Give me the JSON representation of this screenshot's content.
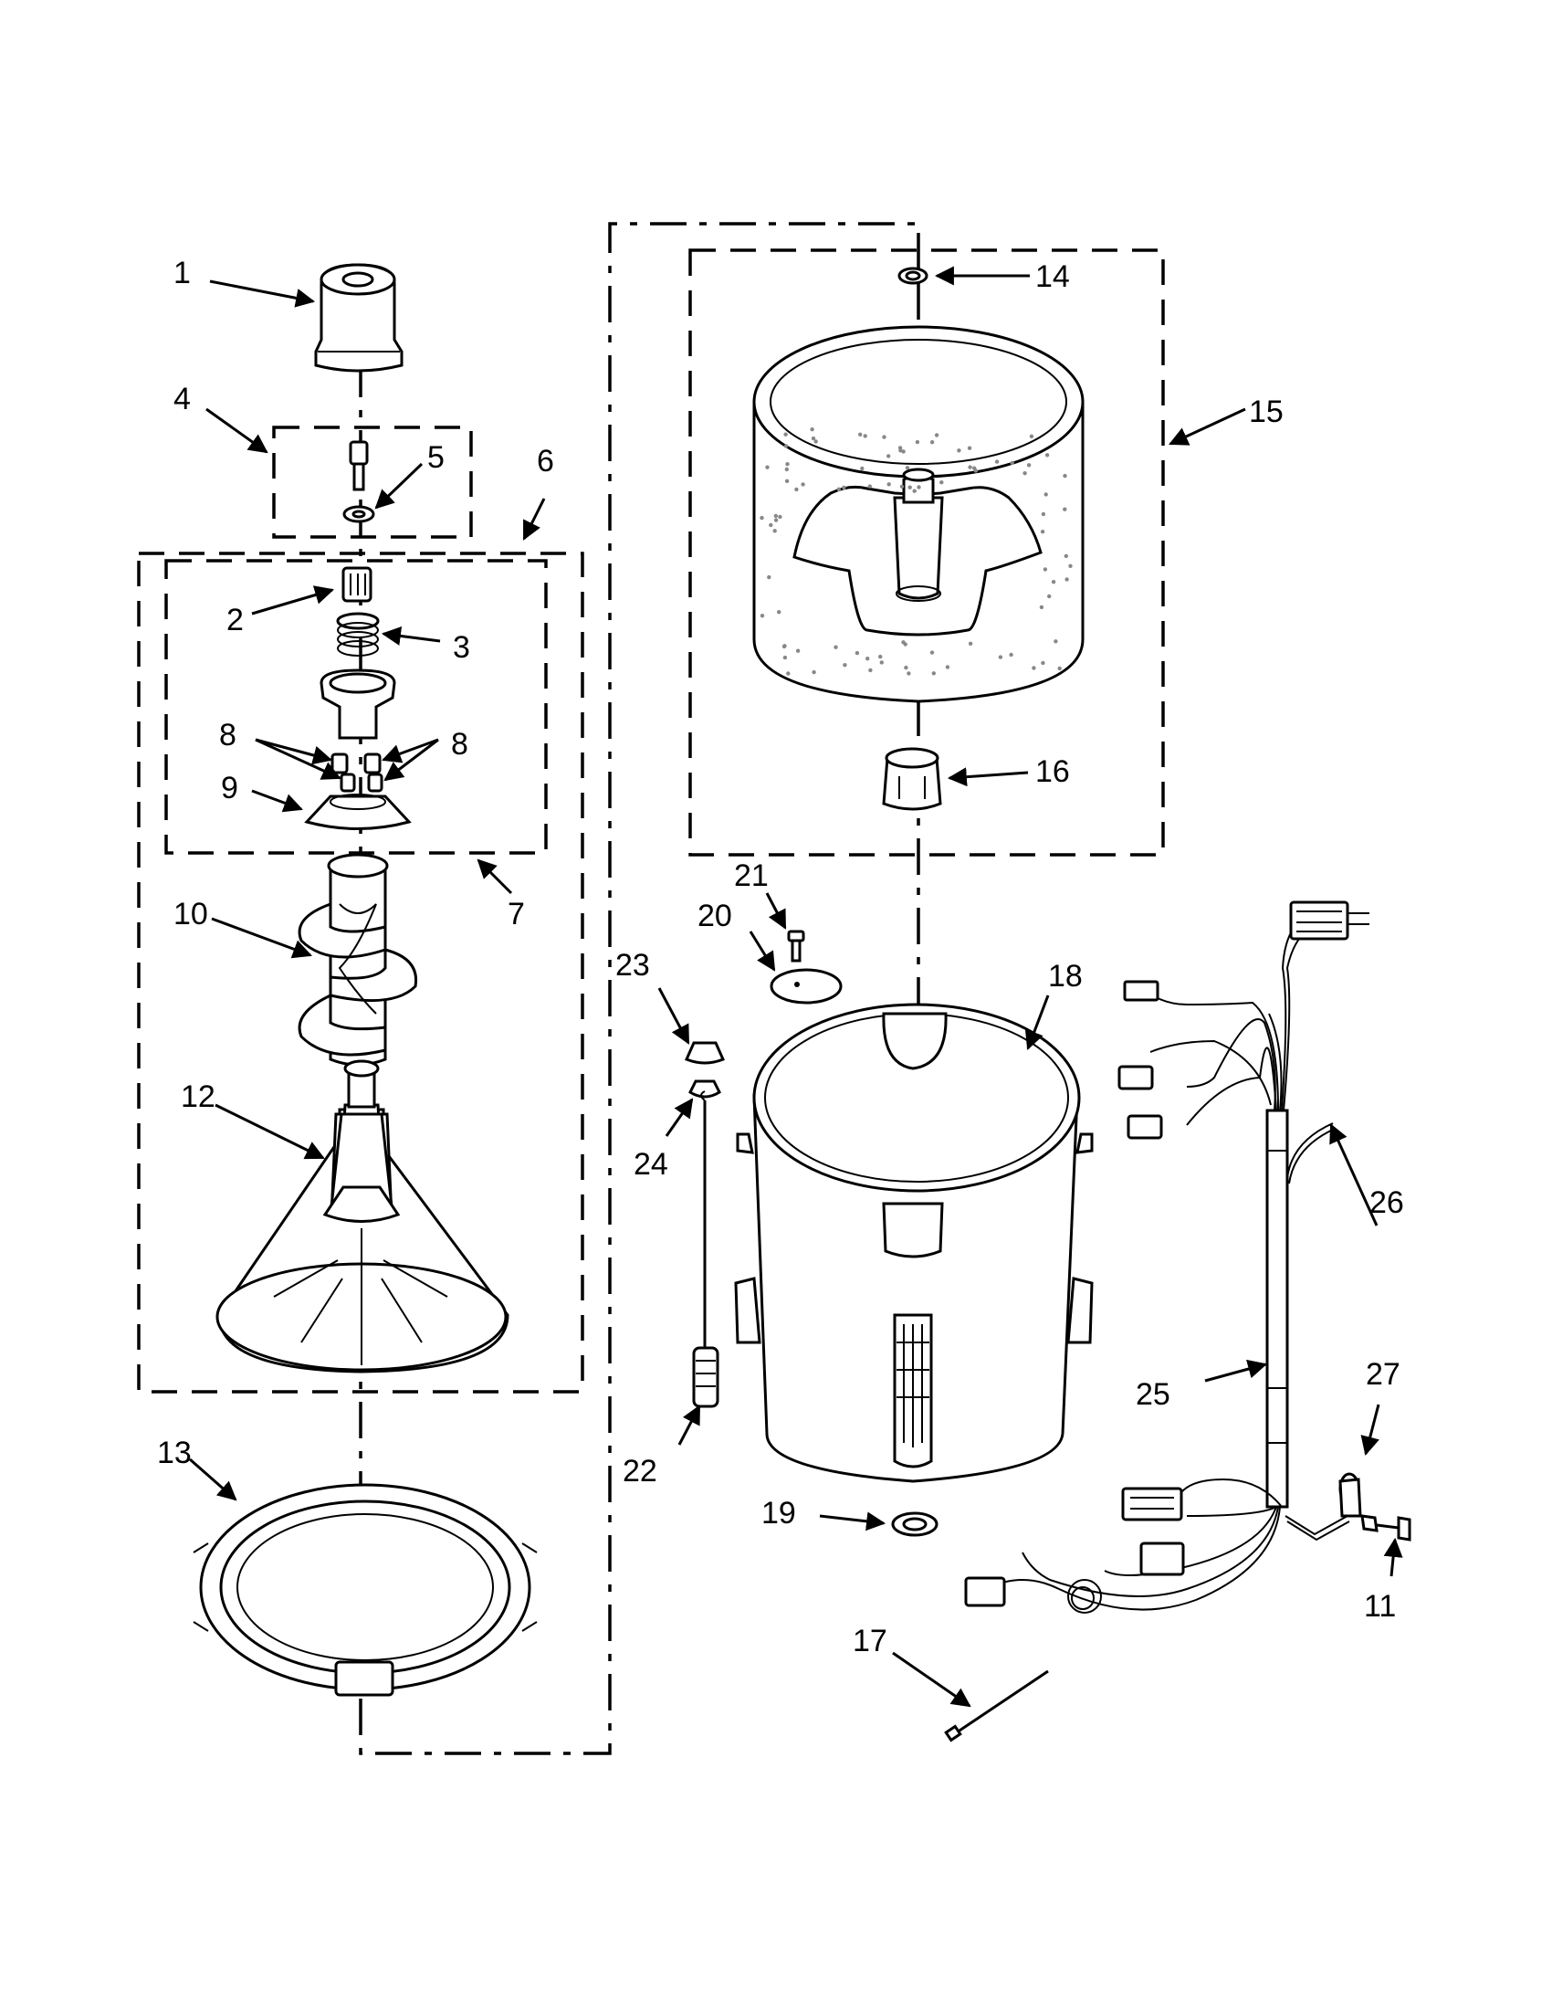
{
  "callouts": [
    "1",
    "2",
    "3",
    "4",
    "5",
    "6",
    "7",
    "8",
    "8",
    "9",
    "10",
    "11",
    "12",
    "13",
    "14",
    "15",
    "16",
    "17",
    "18",
    "19",
    "20",
    "21",
    "22",
    "23",
    "24",
    "25",
    "26",
    "27"
  ]
}
